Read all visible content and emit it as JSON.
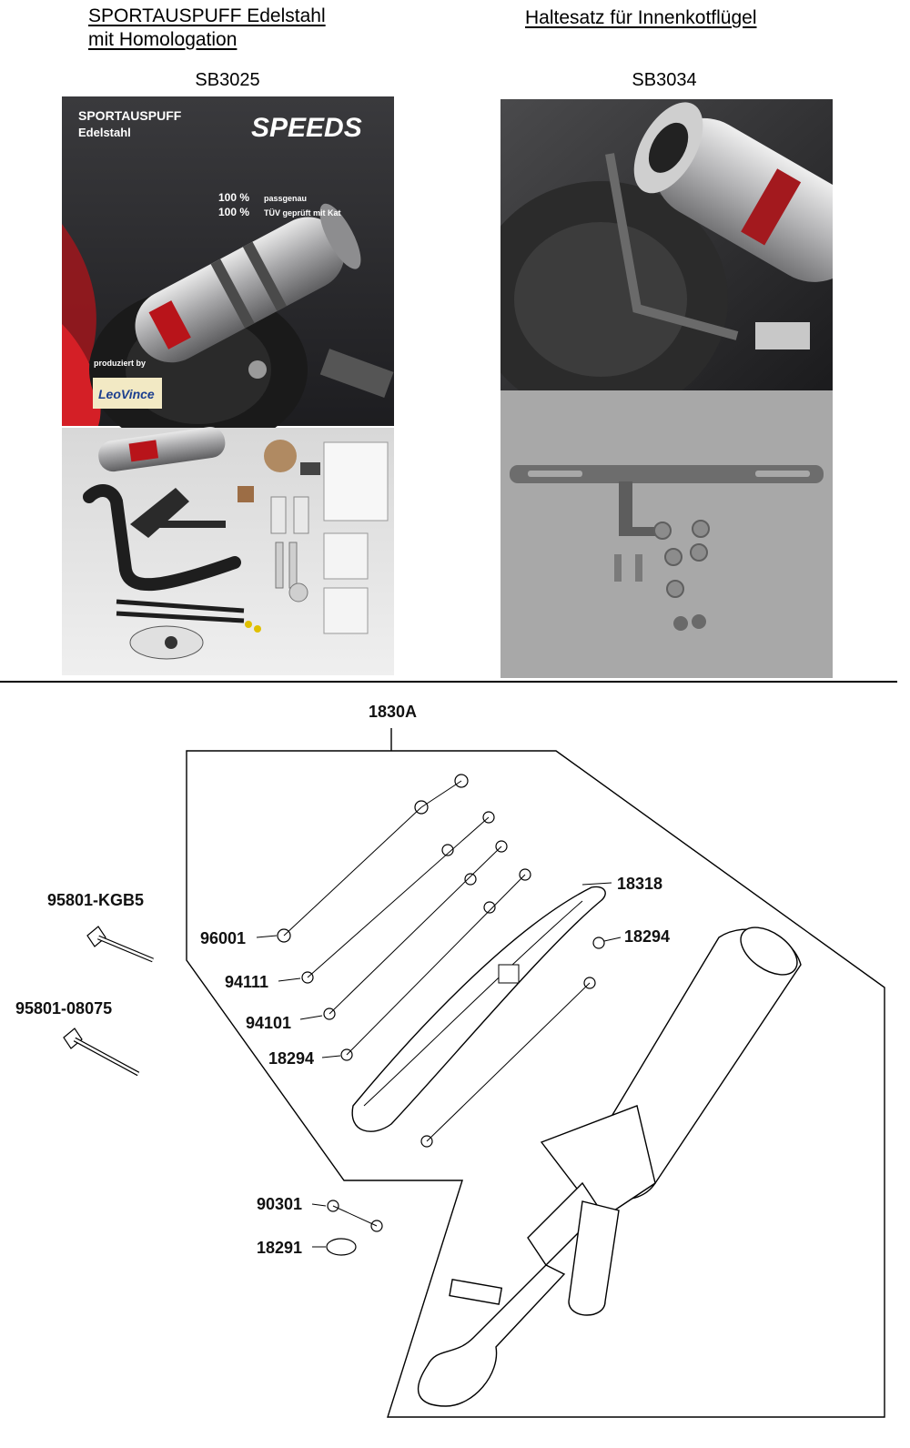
{
  "left": {
    "title_line1": "SPORTAUSPUFF Edelstahl",
    "title_line2": "mit Homologation",
    "code": "SB3025",
    "ad": {
      "title_line1": "SPORTAUSPUFF",
      "title_line2": "Edelstahl",
      "brand": "SPEEDS",
      "line1_pct": "100 %",
      "line1_text": "passgenau",
      "line2_pct": "100 %",
      "line2_text": "TÜV geprüft mit Kat",
      "produced_by": "produziert by",
      "maker": "LeoVince"
    }
  },
  "right": {
    "title": "Haltesatz für Innenkotflügel",
    "code": "SB3034"
  },
  "diagram": {
    "assembly_code": "1830A",
    "labels": [
      "95801-KGB5",
      "95801-08075",
      "96001",
      "94111",
      "94101",
      "18294",
      "18318",
      "18294",
      "90301",
      "18291"
    ]
  },
  "colors": {
    "ad_background": "#2b2b2d",
    "ad_accent": "#c0161b",
    "line": "#000000"
  }
}
